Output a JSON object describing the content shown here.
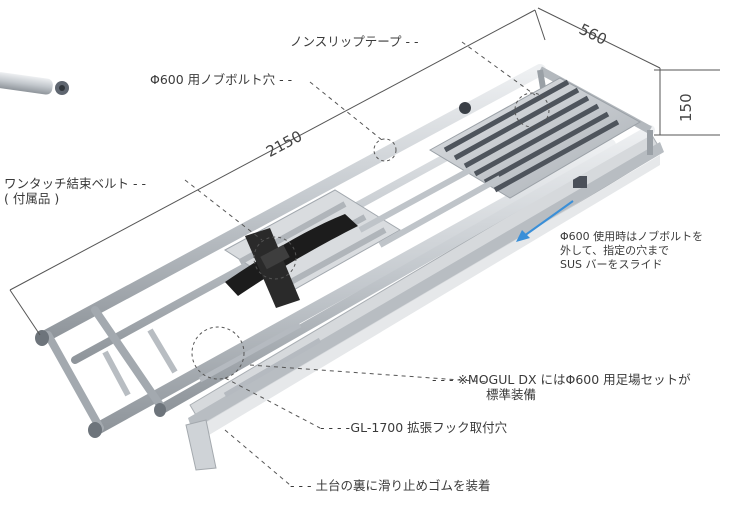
{
  "dimensions": {
    "length": "2150",
    "width": "560",
    "height": "150"
  },
  "callouts": {
    "nonslip_tape": "ノンスリップテープ",
    "knob_bolt_hole": "Φ600 用ノブボルト穴",
    "belt_line1": "ワンタッチ結束ベルト",
    "belt_line2": "( 付属品 )",
    "slide_note_line1": "Φ600 使用時はノブボルトを",
    "slide_note_line2": "外して、指定の穴まで",
    "slide_note_line3": "SUS バーをスライド",
    "mogul_line1": "※MOGUL DX にはΦ600 用足場セットが",
    "mogul_line2": "標準装備",
    "hook_hole": "GL-1700 拡張フック取付穴",
    "rubber": "土台の裏に滑り止めゴムを装着"
  },
  "colors": {
    "aluminum": "#c8ccd0",
    "aluminum_dark": "#8e949a",
    "belt": "#1c1c1c",
    "arrow": "#3a8fd8",
    "leader": "#555555"
  }
}
